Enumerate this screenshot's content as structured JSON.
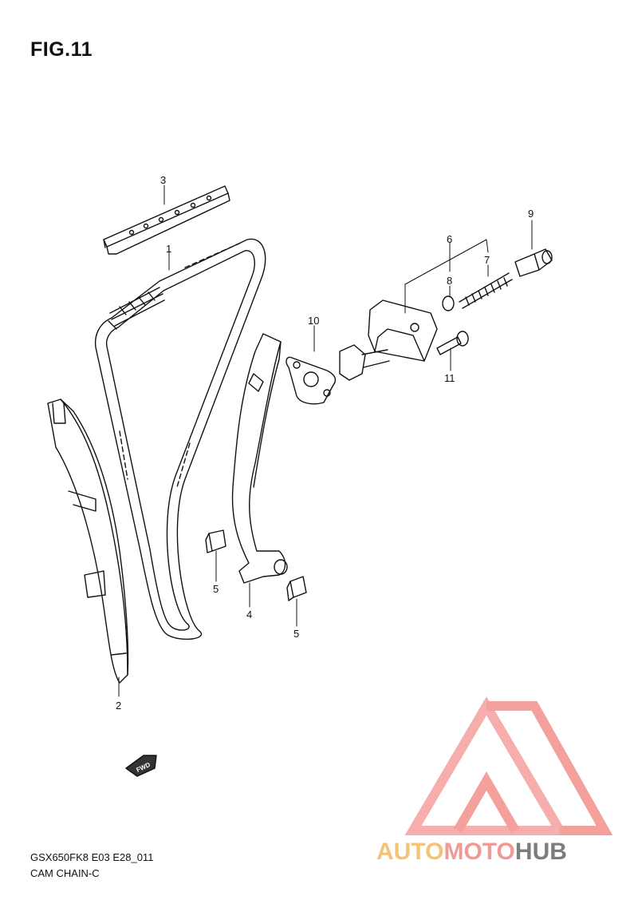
{
  "figure": {
    "title": "FIG.11"
  },
  "callouts": [
    {
      "id": "1",
      "label": "1"
    },
    {
      "id": "2",
      "label": "2"
    },
    {
      "id": "3",
      "label": "3"
    },
    {
      "id": "4",
      "label": "4"
    },
    {
      "id": "5a",
      "label": "5"
    },
    {
      "id": "5b",
      "label": "5"
    },
    {
      "id": "6",
      "label": "6"
    },
    {
      "id": "7",
      "label": "7"
    },
    {
      "id": "8",
      "label": "8"
    },
    {
      "id": "9",
      "label": "9"
    },
    {
      "id": "10",
      "label": "10"
    },
    {
      "id": "11",
      "label": "11"
    }
  ],
  "fwd_marker": {
    "label": "FWD"
  },
  "footer": {
    "model_code": "GSX650FK8 E03 E28_011",
    "group_name": "CAM CHAIN-C"
  },
  "watermark": {
    "part1": "AUTO",
    "part2": "MOTO",
    "part3": "HUB",
    "colors": {
      "auto": "#f5c27a",
      "moto": "#f09a97",
      "hub": "#7d7d7d",
      "triangle": "#f4a09d"
    }
  }
}
